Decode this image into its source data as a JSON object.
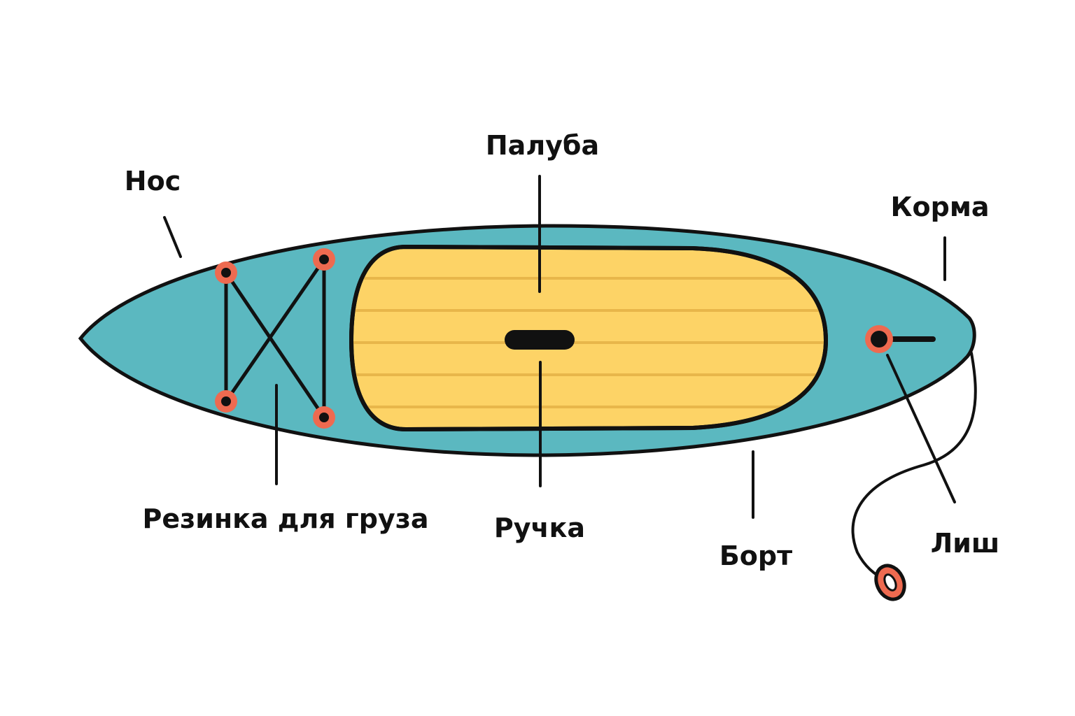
{
  "labels": {
    "nose": "Нос",
    "deck": "Палуба",
    "tail": "Корма",
    "bungee": "Резинка для груза",
    "handle": "Ручка",
    "rail": "Борт",
    "leash": "Лиш"
  },
  "colors": {
    "board": "#5bb8c0",
    "deck_pad": "#fdd366",
    "deck_grooves": "#e8b64a",
    "outline": "#111111",
    "d_ring": "#ee6a50",
    "background": "#ffffff"
  }
}
